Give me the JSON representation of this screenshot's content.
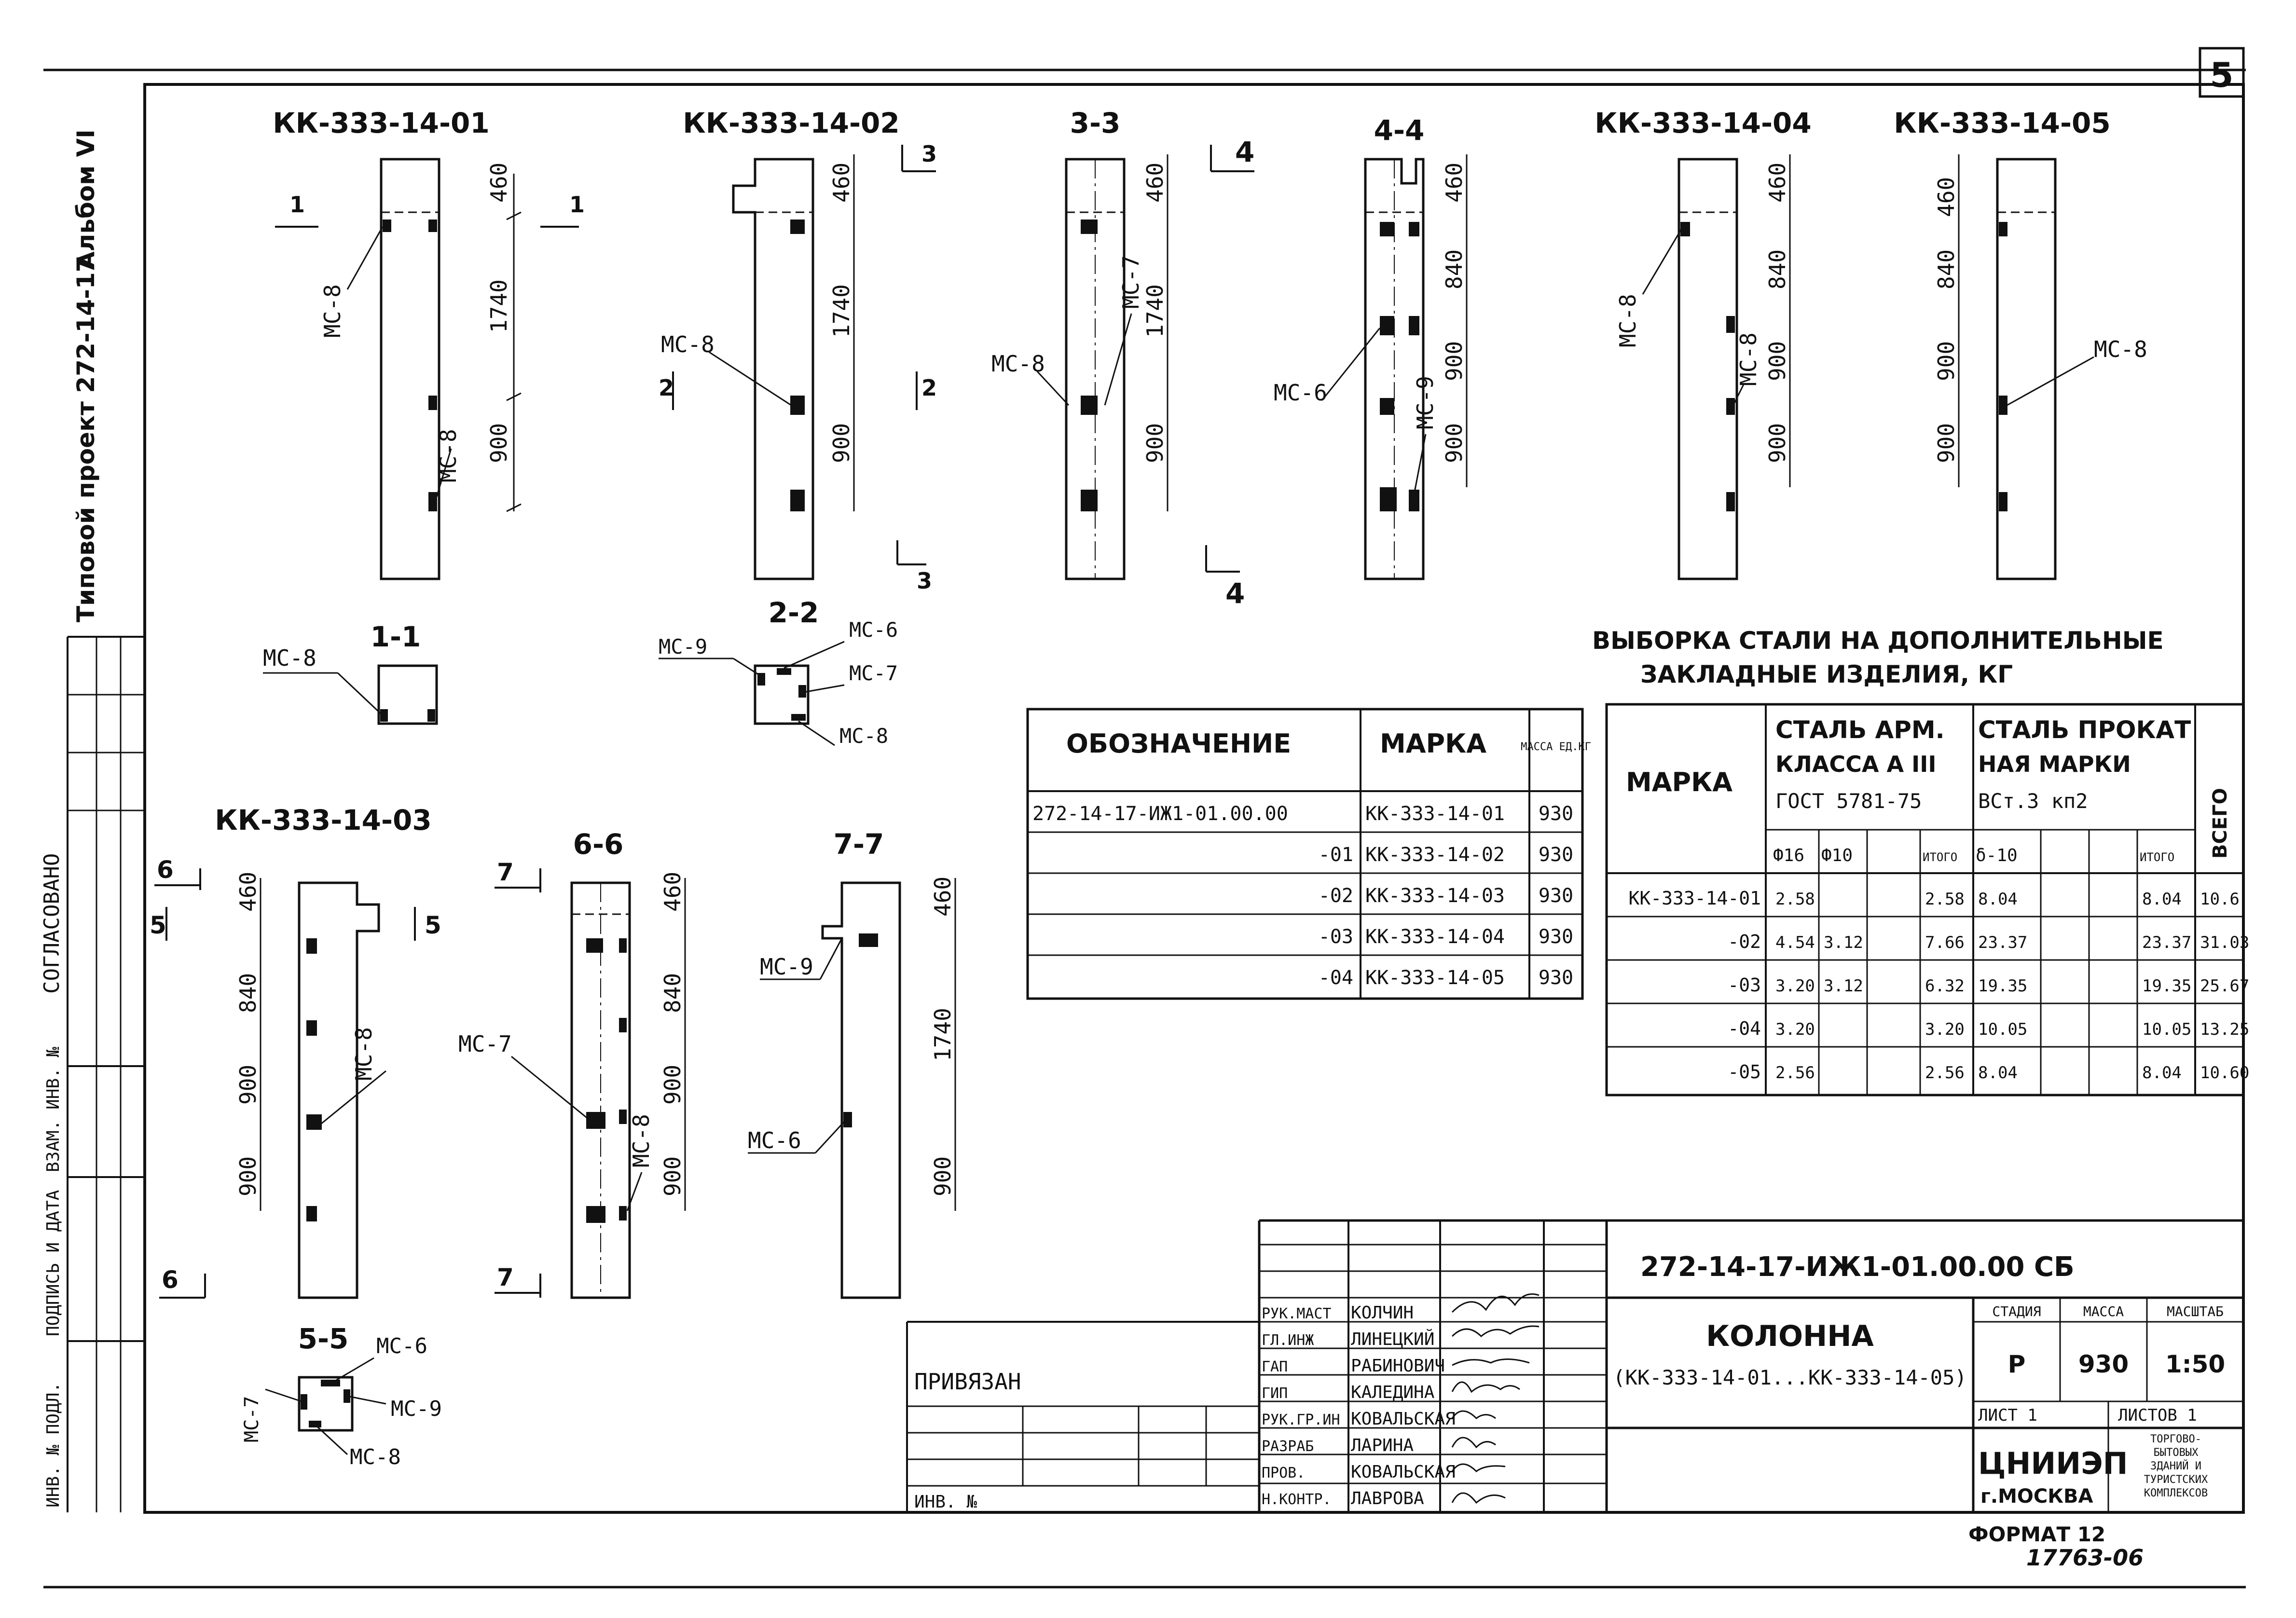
{
  "sheet_number": "5",
  "album": "Альбом VI",
  "project": "Типовой проект 272-14-17",
  "side_labels": {
    "agreed": "СОГЛАСОВАНО",
    "inv_sub": "ВЗАМ. ИНВ. №",
    "sign_date": "ПОДПИСЬ И ДАТА",
    "inv_orig": "ИНВ. № ПОДЛ."
  },
  "views": {
    "v1": "КК-333-14-01",
    "v2": "КК-333-14-02",
    "v3": "3-3",
    "v4": "4-4",
    "v5": "КК-333-14-04",
    "v6": "КК-333-14-05",
    "v7": "КК-333-14-03",
    "v8": "6-6",
    "v9": "7-7",
    "s11": "1-1",
    "s22": "2-2",
    "s55": "5-5"
  },
  "cut_marks": {
    "c1": "1",
    "c2": "2",
    "c3": "3",
    "c4": "4",
    "c5": "5",
    "c6": "6",
    "c7": "7"
  },
  "parts": {
    "mc6": "МС-6",
    "mc7": "МС-7",
    "mc8": "МС-8",
    "mc9": "МС-9"
  },
  "dims": {
    "d460": "460",
    "d1740": "1740",
    "d900": "900",
    "d840": "840"
  },
  "marks_table": {
    "headers": [
      "ОБОЗНАЧЕНИЕ",
      "МАРКА",
      "МАССА ЕД.КГ"
    ],
    "rows": [
      [
        "272-14-17-ИЖ1-01.00.00",
        "КК-333-14-01",
        "930"
      ],
      [
        "-01",
        "КК-333-14-02",
        "930"
      ],
      [
        "-02",
        "КК-333-14-03",
        "930"
      ],
      [
        "-03",
        "КК-333-14-04",
        "930"
      ],
      [
        "-04",
        "КК-333-14-05",
        "930"
      ]
    ]
  },
  "steel_table": {
    "title_line1": "ВЫБОРКА СТАЛИ НА ДОПОЛНИТЕЛЬНЫЕ",
    "title_line2": "ЗАКЛАДНЫЕ ИЗДЕЛИЯ, КГ",
    "h_mark": "МАРКА",
    "h_rebar": [
      "СТАЛЬ АРМ.",
      "КЛАССА A III",
      "ГОСТ 5781-75"
    ],
    "h_rolled": [
      "СТАЛЬ ПРОКАТ",
      "НАЯ МАРКИ",
      "ВСт.3 кп2"
    ],
    "h_total": "ВСЕГО",
    "sub": [
      "Ф16",
      "Ф10",
      "ИТОГО",
      "δ-10",
      "ИТОГО"
    ],
    "rows": [
      [
        "КК-333-14-01",
        "2.58",
        "",
        "2.58",
        "8.04",
        "8.04",
        "10.6"
      ],
      [
        "-02",
        "4.54",
        "3.12",
        "7.66",
        "23.37",
        "23.37",
        "31.03"
      ],
      [
        "-03",
        "3.20",
        "3.12",
        "6.32",
        "19.35",
        "19.35",
        "25.67"
      ],
      [
        "-04",
        "3.20",
        "",
        "3.20",
        "10.05",
        "10.05",
        "13.25"
      ],
      [
        "-05",
        "2.56",
        "",
        "2.56",
        "8.04",
        "8.04",
        "10.60"
      ]
    ]
  },
  "title_block": {
    "code": "272-14-17-ИЖ1-01.00.00 СБ",
    "name": "КОЛОННА",
    "range": "(КК-333-14-01...КК-333-14-05)",
    "stage_h": "СТАДИЯ",
    "mass_h": "МАССА",
    "scale_h": "МАСШТАБ",
    "stage": "Р",
    "mass": "930",
    "scale": "1:50",
    "sheet": "ЛИСТ 1",
    "sheets": "ЛИСТОВ 1",
    "org": "ЦНИИЭП",
    "city": "г.МОСКВА",
    "org_sub": [
      "ТОРГОВО-",
      "БЫТОВЫХ",
      "ЗДАНИЙ И",
      "ТУРИСТСКИХ",
      "КОМПЛЕКСОВ"
    ],
    "bound": "ПРИВЯЗАН",
    "inv": "ИНВ. №",
    "staff": [
      [
        "РУК.МАСТ",
        "КОЛЧИН"
      ],
      [
        "ГЛ.ИНЖ",
        "ЛИНЕЦКИЙ"
      ],
      [
        "ГАП",
        "РАБИНОВИЧ"
      ],
      [
        "ГИП",
        "КАЛЕДИНА"
      ],
      [
        "РУК.ГР.ИН",
        "КОВАЛЬСКАЯ"
      ],
      [
        "РАЗРАБ",
        "ЛАРИНА"
      ],
      [
        "ПРОВ.",
        "КОВАЛЬСКАЯ"
      ],
      [
        "Н.КОНТР.",
        "ЛАВРОВА"
      ]
    ]
  },
  "format": "ФОРМАТ 12",
  "archive": "17763-06"
}
